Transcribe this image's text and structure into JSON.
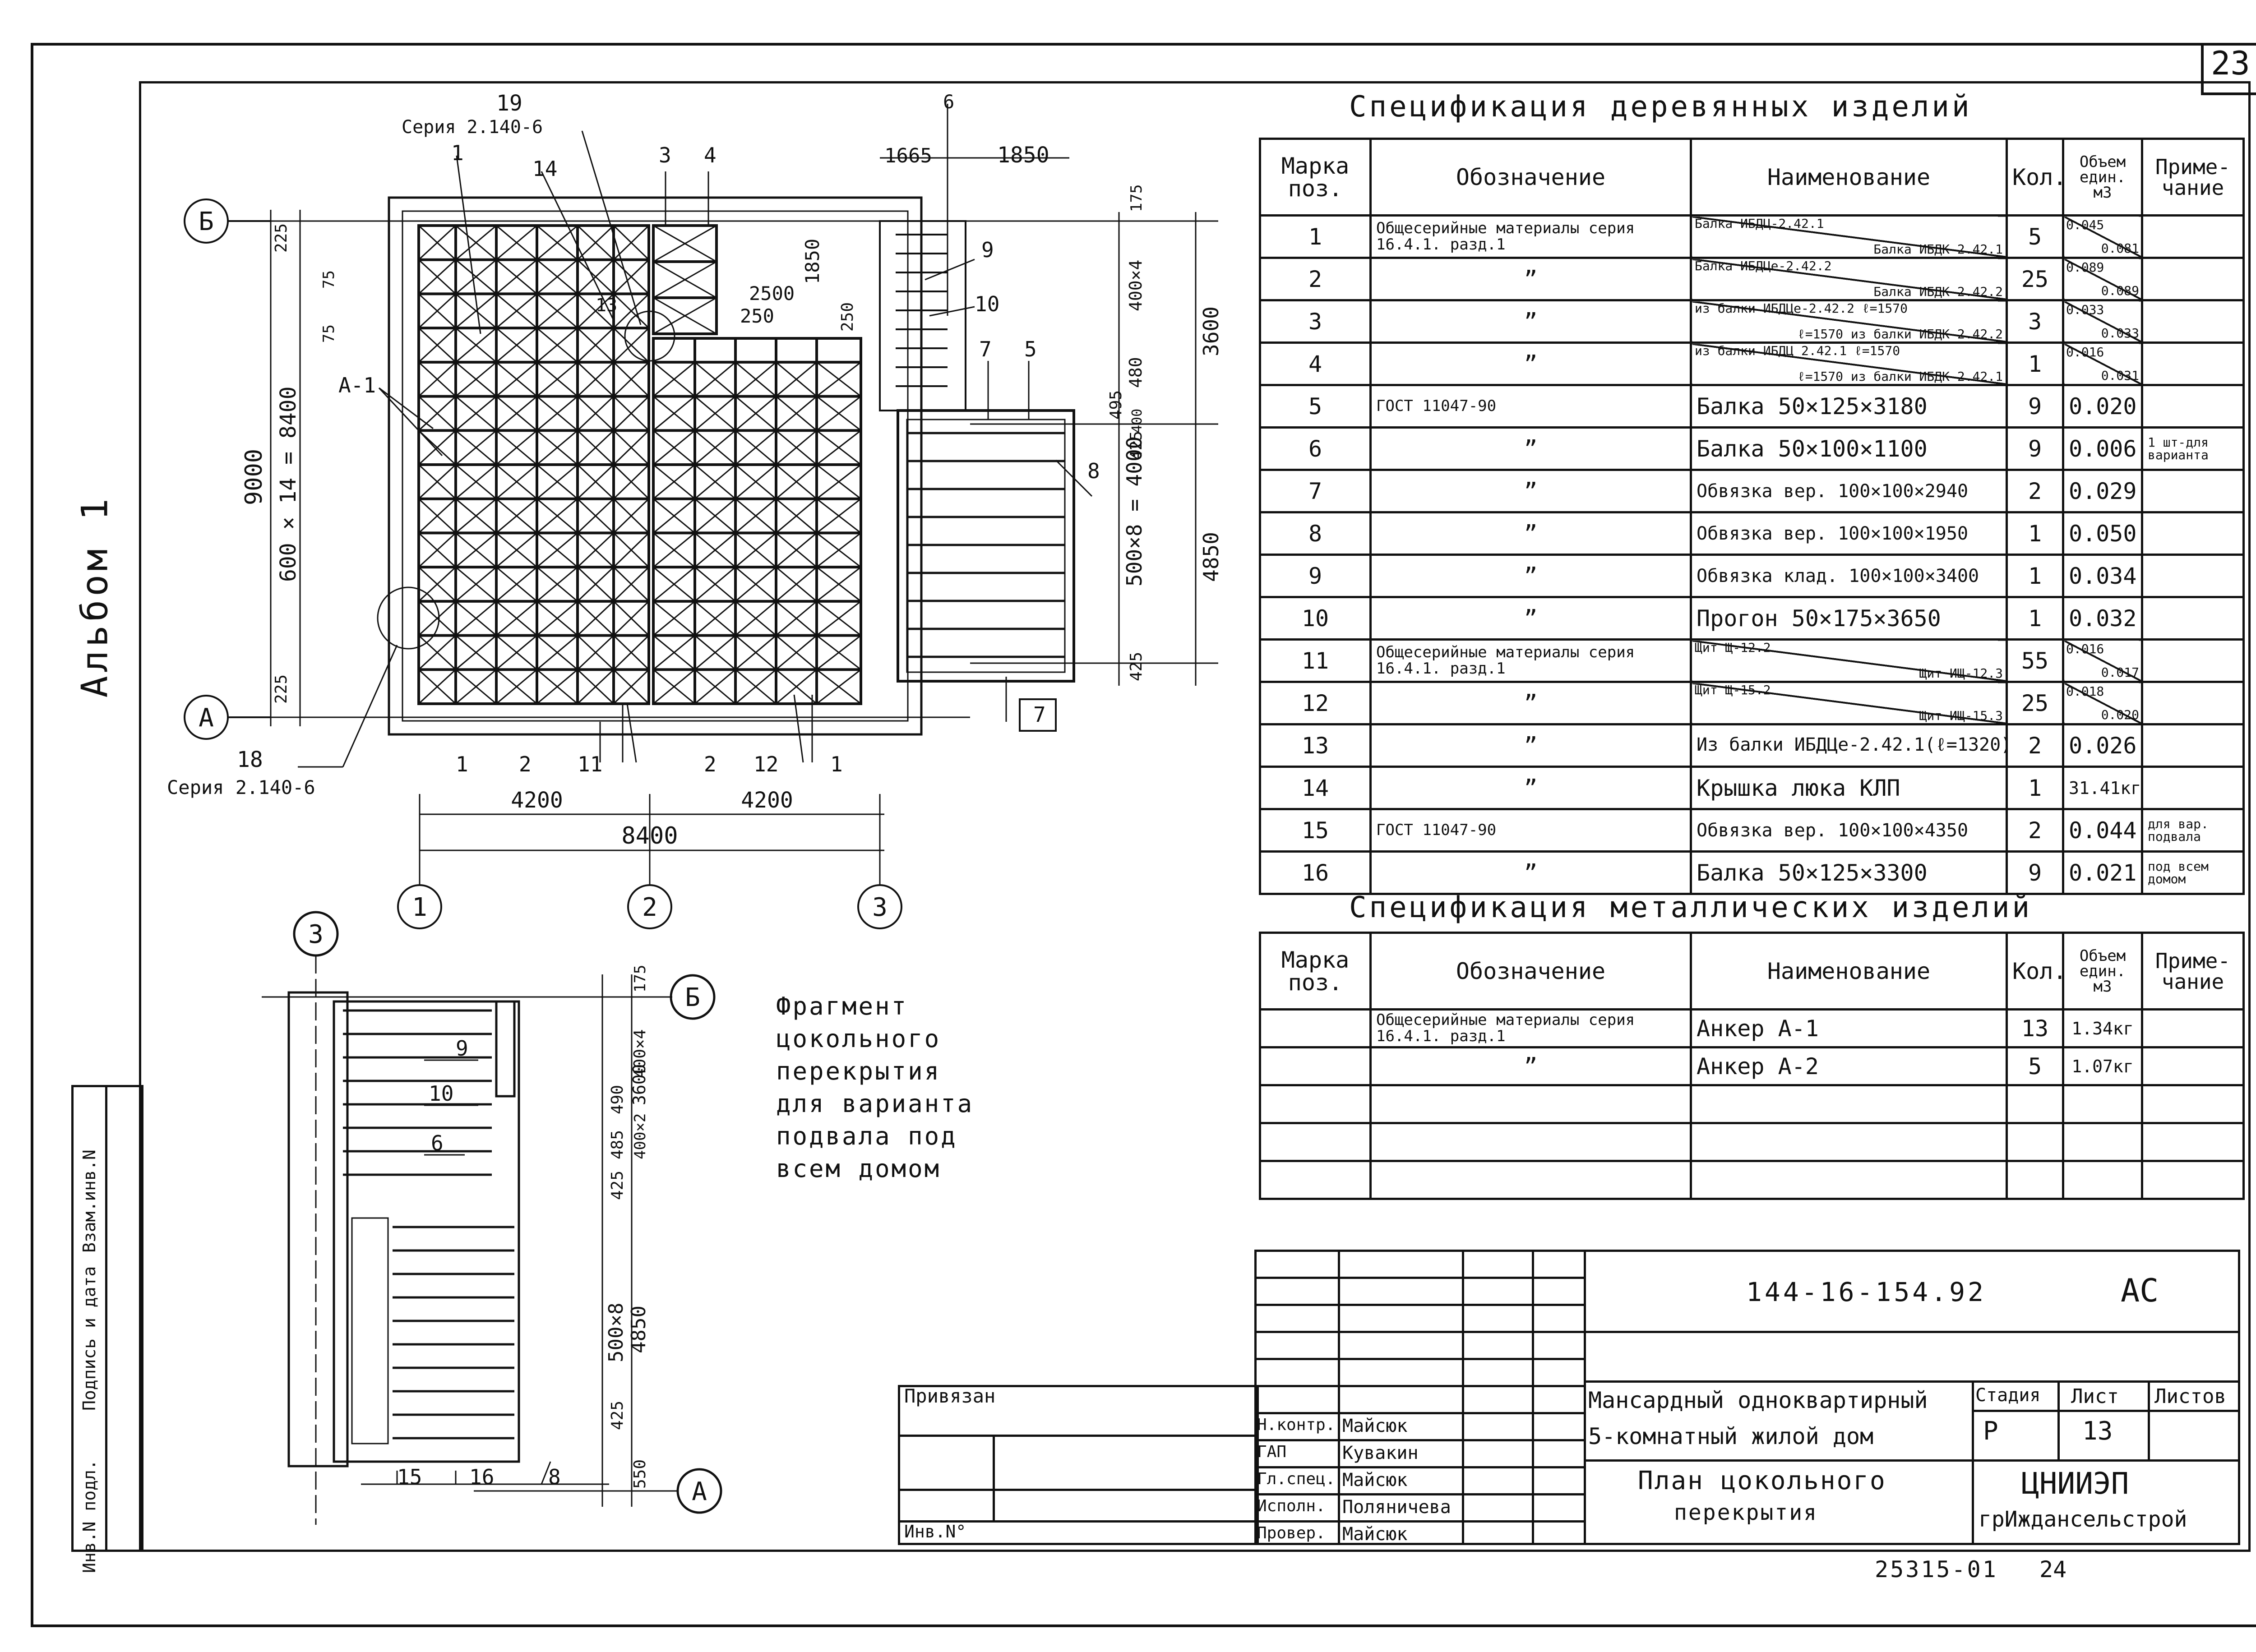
{
  "page_number": "23",
  "album_label": "Альбом 1",
  "side_stamp": [
    "Инв.N подл.",
    "Подпись и дата",
    "Взам.инв.N"
  ],
  "plan": {
    "axes": {
      "rows": [
        "Б",
        "А"
      ],
      "cols": [
        "1",
        "2",
        "3"
      ]
    },
    "dims": {
      "d1665": "1665",
      "d1850": "1850",
      "d4200a": "4200",
      "d4200b": "4200",
      "d8400": "8400",
      "d9000": "9000",
      "d600x14": "600 × 14 = 8400",
      "d225a": "225",
      "d225b": "225",
      "d75a": "75",
      "d75b": "75",
      "d2500": "2500",
      "d250a": "250",
      "d250b": "250",
      "d1850v": "1850",
      "d175": "175",
      "d400x4": "400×4",
      "d480": "480",
      "d3600": "3600",
      "d495": "495",
      "d400": "400",
      "d425a": "425",
      "d500x8": "500×8 = 4000",
      "d4850": "4850",
      "d425b": "425"
    },
    "labels": {
      "l19": "19",
      "series_top": "Серия 2.140-6",
      "l1": "1",
      "l14": "14",
      "l3": "3",
      "l4": "4",
      "l6": "6",
      "l13": "13",
      "l9": "9",
      "l10": "10",
      "l7": "7",
      "l5": "5",
      "l8": "8",
      "lA1": "А-1",
      "l7b": "7",
      "l18": "18",
      "series_bot": "Серия 2.140-6",
      "b1": "1",
      "b2": "2",
      "b11": "11",
      "b2b": "2",
      "b12": "12",
      "b1b": "1"
    }
  },
  "fragment": {
    "caption": [
      "Фрагмент",
      "цокольного",
      "перекрытия",
      "для варианта",
      "подвала под",
      "всем домом"
    ],
    "axis_col": "3",
    "axis_b": "Б",
    "axis_a": "А",
    "labels": {
      "f9": "9",
      "f10": "10",
      "f6": "6",
      "f15": "15",
      "f16": "16",
      "f8": "8"
    },
    "dims": {
      "f175": "175",
      "f400x4": "400×4",
      "f490": "490",
      "f485": "485",
      "f425": "425",
      "f400x2": "400×2",
      "f3600": "3600",
      "f500x8": "500×8",
      "f4850": "4850",
      "f425b": "425",
      "f550": "550"
    }
  },
  "wood_spec": {
    "title": "Спецификация деревянных изделий",
    "headers": {
      "mark": "Марка поз.",
      "designation": "Обозначение",
      "name": "Наименование",
      "qty": "Кол.",
      "volume": "Объем един. м3",
      "note": "Приме-чание"
    },
    "rows": [
      {
        "mark": "1",
        "designation": "Общесерийные материалы серия 16.4.1. разд.1",
        "name_top": "Балка ИБДЦ-2.42.1",
        "name_bot": "Балка ИБДК 2.42.1",
        "qty": "5",
        "vol_top": "0.045",
        "vol_bot": "0.081",
        "note": ""
      },
      {
        "mark": "2",
        "designation": "”",
        "name_top": "Балка ИБДЦе-2.42.2",
        "name_bot": "Балка ИБДК-2.42.2",
        "qty": "25",
        "vol_top": "0.089",
        "vol_bot": "0.089",
        "note": ""
      },
      {
        "mark": "3",
        "designation": "”",
        "name_top": "из балки ИБДЦе-2.42.2 ℓ=1570",
        "name_bot": "ℓ=1570 из балки ИБДК-2.42.2",
        "qty": "3",
        "vol_top": "0.033",
        "vol_bot": "0.033",
        "note": ""
      },
      {
        "mark": "4",
        "designation": "”",
        "name_top": "из балки ИБДЦ 2.42.1 ℓ=1570",
        "name_bot": "ℓ=1570 из балки ИБДК-2.42.1",
        "qty": "1",
        "vol_top": "0.016",
        "vol_bot": "0.031",
        "note": ""
      },
      {
        "mark": "5",
        "designation": "ГОСТ 11047-90",
        "name": "Балка  50×125×3180",
        "qty": "9",
        "vol": "0.020",
        "note": ""
      },
      {
        "mark": "6",
        "designation": "”",
        "name": "Балка  50×100×1100",
        "qty": "9",
        "vol": "0.006",
        "note": "1 шт-для варианта"
      },
      {
        "mark": "7",
        "designation": "”",
        "name": "Обвязка вер.  100×100×2940",
        "qty": "2",
        "vol": "0.029",
        "note": ""
      },
      {
        "mark": "8",
        "designation": "”",
        "name": "Обвязка вер.  100×100×1950",
        "qty": "1",
        "vol": "0.050",
        "note": ""
      },
      {
        "mark": "9",
        "designation": "”",
        "name": "Обвязка клад.  100×100×3400",
        "qty": "1",
        "vol": "0.034",
        "note": ""
      },
      {
        "mark": "10",
        "designation": "”",
        "name": "Прогон  50×175×3650",
        "qty": "1",
        "vol": "0.032",
        "note": ""
      },
      {
        "mark": "11",
        "designation": "Общесерийные материалы серия 16.4.1. разд.1",
        "name_top": "Щит Щ-12.2",
        "name_bot": "Щит ИЩ-12.3",
        "qty": "55",
        "vol_top": "0.016",
        "vol_bot": "0.017",
        "note": ""
      },
      {
        "mark": "12",
        "designation": "”",
        "name_top": "Щит Щ-15.2",
        "name_bot": "Щит ИЩ-15.3",
        "qty": "25",
        "vol_top": "0.018",
        "vol_bot": "0.020",
        "note": ""
      },
      {
        "mark": "13",
        "designation": "”",
        "name": "Из балки ИБДЦе-2.42.1(ℓ=1320)",
        "qty": "2",
        "vol": "0.026",
        "note": ""
      },
      {
        "mark": "14",
        "designation": "”",
        "name": "Крышка люка КЛП",
        "qty": "1",
        "vol": "31.41кг",
        "note": ""
      },
      {
        "mark": "15",
        "designation": "ГОСТ 11047-90",
        "name": "Обвязка вер.  100×100×4350",
        "qty": "2",
        "vol": "0.044",
        "note": "для вар. подвала"
      },
      {
        "mark": "16",
        "designation": "”",
        "name": "Балка  50×125×3300",
        "qty": "9",
        "vol": "0.021",
        "note": "под всем домом"
      }
    ]
  },
  "metal_spec": {
    "title": "Спецификация металлических изделий",
    "headers": {
      "mark": "Марка поз.",
      "designation": "Обозначение",
      "name": "Наименование",
      "qty": "Кол.",
      "volume": "Объем един. м3",
      "note": "Приме-чание"
    },
    "rows": [
      {
        "mark": "",
        "designation": "Общесерийные материалы серия 16.4.1. разд.1",
        "name": "Анкер  А-1",
        "qty": "13",
        "vol": "1.34кг",
        "note": ""
      },
      {
        "mark": "",
        "designation": "”",
        "name": "Анкер  А-2",
        "qty": "5",
        "vol": "1.07кг",
        "note": ""
      },
      {
        "mark": "",
        "designation": "",
        "name": "",
        "qty": "",
        "vol": "",
        "note": ""
      },
      {
        "mark": "",
        "designation": "",
        "name": "",
        "qty": "",
        "vol": "",
        "note": ""
      },
      {
        "mark": "",
        "designation": "",
        "name": "",
        "qty": "",
        "vol": "",
        "note": ""
      }
    ]
  },
  "title_block": {
    "code": "144-16-154.92",
    "mark": "АС",
    "project": [
      "Мансардный одноквартирный",
      "5-комнатный жилой дом"
    ],
    "stage_h": "Стадия",
    "sheet_h": "Лист",
    "sheets_h": "Листов",
    "stage": "Р",
    "sheet": "13",
    "sheets": "",
    "drawing": [
      "План цокольного",
      "перекрытия"
    ],
    "org": [
      "ЦНИИЭП",
      "грИждансельстрой"
    ],
    "privyazan": "Привязан",
    "inv": "Инв.N°",
    "roles": [
      {
        "role": "Н.контр.",
        "name": "Майсюк"
      },
      {
        "role": "ГАП",
        "name": "Кувакин"
      },
      {
        "role": "Гл.спец.",
        "name": "Майсюк"
      },
      {
        "role": "Исполн.",
        "name": "Поляничева"
      },
      {
        "role": "Провер.",
        "name": "Майсюк"
      }
    ],
    "footer_code": "25315-01",
    "footer_num": "24"
  }
}
